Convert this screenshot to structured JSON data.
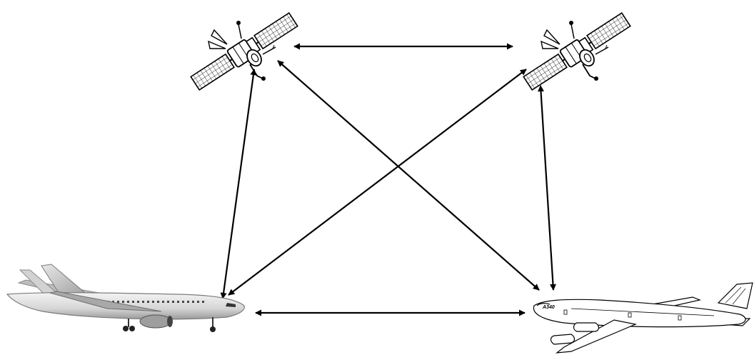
{
  "diagram": {
    "nodes": [
      {
        "id": "sat-left",
        "kind": "satellite-icon"
      },
      {
        "id": "sat-right",
        "kind": "satellite-icon"
      },
      {
        "id": "plane-left",
        "kind": "airliner-photo-icon"
      },
      {
        "id": "plane-right",
        "kind": "airliner-sketch-icon",
        "label": "A340"
      }
    ],
    "links": [
      {
        "from": "sat-left",
        "to": "sat-right",
        "bidirectional": true
      },
      {
        "from": "sat-left",
        "to": "plane-left",
        "bidirectional": true
      },
      {
        "from": "sat-right",
        "to": "plane-right",
        "bidirectional": true
      },
      {
        "from": "plane-left",
        "to": "plane-right",
        "bidirectional": true
      },
      {
        "from": "sat-left",
        "to": "plane-right",
        "bidirectional": true
      },
      {
        "from": "sat-right",
        "to": "plane-left",
        "bidirectional": true
      }
    ],
    "colors": {
      "stroke": "#000000",
      "background": "#ffffff"
    }
  }
}
